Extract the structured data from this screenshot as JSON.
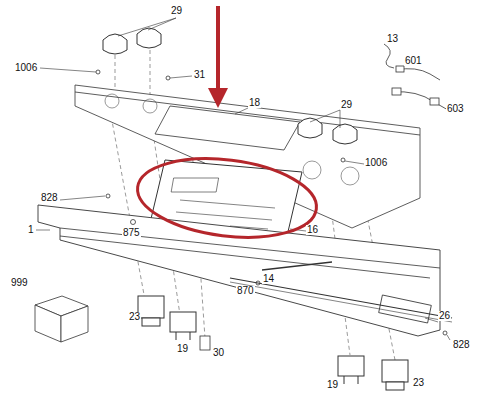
{
  "diagram": {
    "labels": [
      "29",
      "13",
      "1006",
      "31",
      "601",
      "18",
      "603",
      "29",
      "1006",
      "828",
      "16",
      "1",
      "875",
      "14",
      "870",
      "26",
      "23",
      "19",
      "30",
      "999",
      "828",
      "19",
      "23"
    ]
  }
}
